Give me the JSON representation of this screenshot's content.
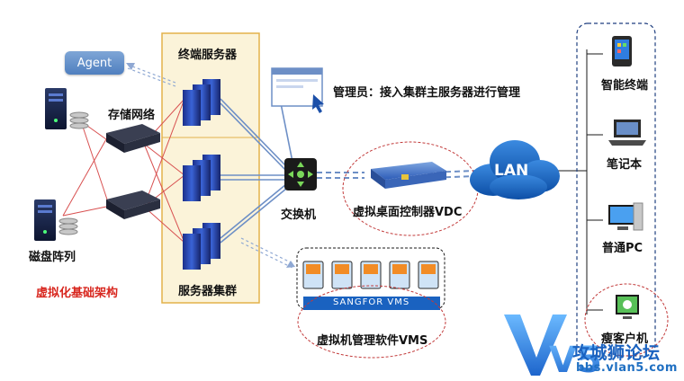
{
  "labels": {
    "agent": "Agent",
    "terminal_servers": "终端服务器",
    "storage_network": "存储网络",
    "disk_array": "磁盘阵列",
    "virtualization_infra": "虚拟化基础架构",
    "server_cluster": "服务器集群",
    "admin_note": "管理员：接入集群主服务器进行管理",
    "switch": "交换机",
    "vdc": "虚拟桌面控制器VDC",
    "lan": "LAN",
    "vms_brand": "SANGFOR VMS",
    "vms": "虚拟机管理软件VMS",
    "smart_terminal": "智能终端",
    "laptop": "笔记本",
    "regular_pc": "普通PC",
    "thin_client": "瘦客户机"
  },
  "watermark": {
    "mark": "V5",
    "title": "攻城狮论坛",
    "url": "bbs.vlan5.com"
  },
  "colors": {
    "panel_fill": "#fbf3d9",
    "panel_border": "#e3b24a",
    "blue_link": "#6d8fc6",
    "red_link": "#d85050",
    "lan_blue": "#1d67c3",
    "vms_orange": "#f28c25",
    "label_red": "#d8271f"
  }
}
